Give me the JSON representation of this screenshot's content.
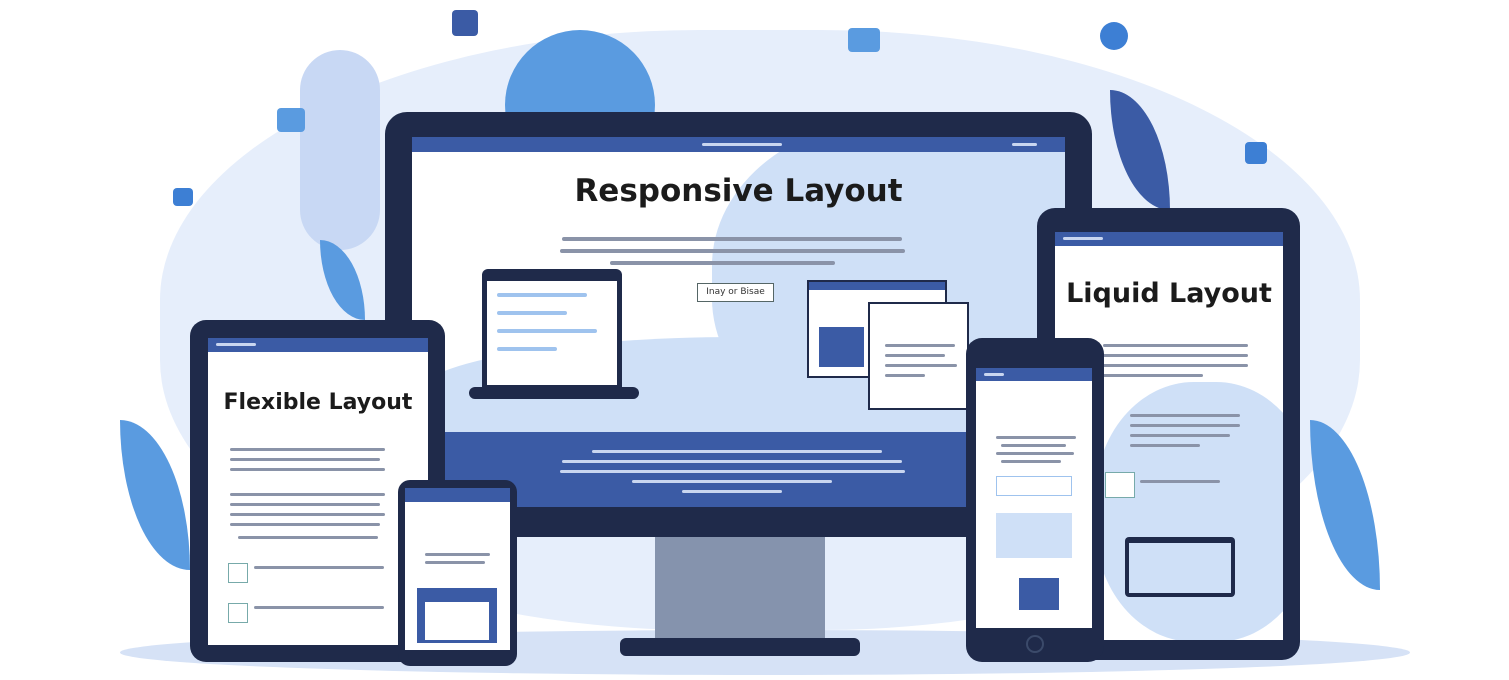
{
  "monitor": {
    "title": "Responsive Layout",
    "button_label": "Inay or Bisae"
  },
  "tablet_left": {
    "title": "Flexible Layout"
  },
  "tablet_right": {
    "title": "Liquid Layout"
  },
  "colors": {
    "frame": "#1f2a4a",
    "header": "#3b5ba5",
    "light": "#cfe0f7",
    "accent": "#5a9be0"
  }
}
